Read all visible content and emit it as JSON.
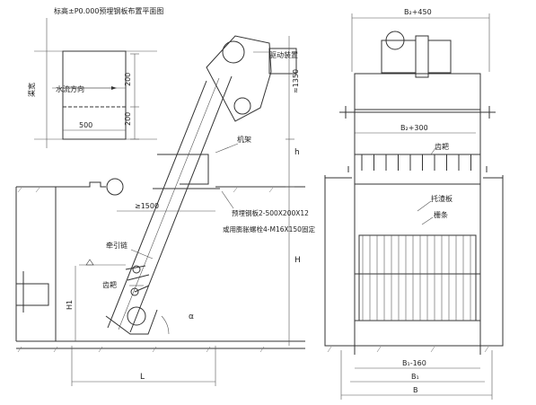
{
  "plan_title": "标高±P0.000预埋钢板布置平面图",
  "plan": {
    "label_width": "渠宽",
    "label_flow": "水流方向",
    "dim_500": "500",
    "dim_200_a": "200",
    "dim_200_b": "200"
  },
  "side": {
    "label_drive": "驱动装置",
    "label_frame": "机架",
    "label_min_1500": "≥1500",
    "label_plate": "预埋钢板2-500X200X12",
    "label_bolt": "或用膨胀螺栓4-M16X150固定",
    "label_chain": "牵引链",
    "label_rake": "齿耙",
    "dim_1350": "≈1350",
    "dim_h": "h",
    "dim_H": "H",
    "dim_H1": "H1",
    "dim_L": "L",
    "angle": "α"
  },
  "front": {
    "dim_b2_450": "B₂+450",
    "dim_b2_300": "B₂+300",
    "dim_b1_160": "B₁-160",
    "dim_b1": "B₁",
    "dim_b": "B",
    "label_rake": "齿耙",
    "label_plate": "托渣板",
    "label_bars": "栅条"
  }
}
